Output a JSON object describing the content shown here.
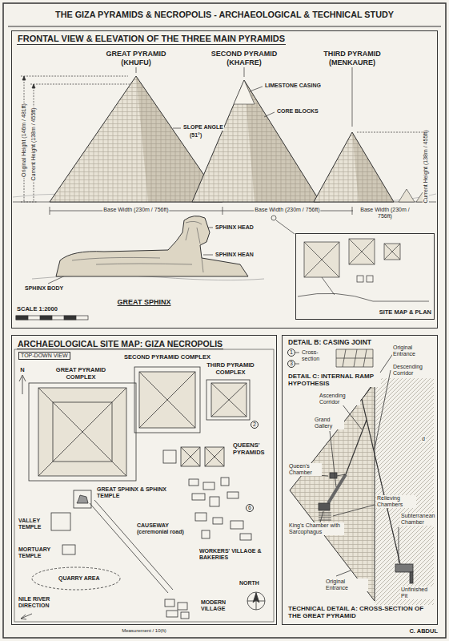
{
  "diagram": {
    "title": "THE GIZA PYRAMIDS & NECROPOLIS - ARCHAEOLOGICAL & TECHNICAL STUDY",
    "nodes": [
      {
        "text": [
          "FRONTAL VIEW & ELEVATION OF THE THREE MAIN PYRAMIDS"
        ]
      },
      {
        "text": [
          "SITE MAP & PLAN"
        ],
        "in": 0
      },
      {
        "text": [
          "ARCHAEOLOGICAL SITE MAP: GIZA NECROPOLIS",
          "TOP-DOWN VIEW"
        ]
      },
      {
        "text": [
          "DETAIL B: CASING JOINT",
          "DETAIL C: INTERNAL RAMP HYPOTHESIS",
          "TECHNICAL DETAIL A: CROSS-SECTION OF THE GREAT PYRAMID"
        ]
      }
    ],
    "labels": [
      "GREAT PYRAMID",
      "(KHUFU)",
      "SECOND PYRAMID",
      "(KHAFRE)",
      "THIRD PYRAMID",
      "(MENKAURE)",
      "LIMESTONE CASING",
      "CORE BLOCKS",
      "SLOPE ANGLE",
      "(51°)",
      "Original Height (146m / 481ft)",
      "Current Height (138m / 455ft)",
      "Current Height (138m / 455ft)",
      "Base Width (230m / 756ft)",
      "Base Width (230m / 756ft)",
      "Base Width (230m / 756ft)",
      "SPHINX HEAD",
      "SPHINX HEAN",
      "SPHINX BODY",
      "GREAT SPHINX",
      "SCALE 1:2000",
      "N",
      "SECOND PYRAMID COMPLEX",
      "THIRD PYRAMID COMPLEX",
      "GREAT PYRAMID COMPLEX",
      "2",
      "QUEENS' PYRAMIDS",
      "GREAT SPHINX & SPHINX TEMPLE",
      "VALLEY TEMPLE",
      "6",
      "MORTUARY TEMPLE",
      "CAUSEWAY (ceremonial road)",
      "WORKERS' VILLAGE & BAKERIES",
      "QUARRY AREA",
      "NILE RIVER DIRECTION",
      "NORTH",
      "MODERN VILLAGE",
      "Measurement / 10(ft)",
      "1",
      "3",
      "Cross-section",
      "Original Entrance",
      "Descending Corridor",
      "Ascending Corridor",
      "Grand Gallery",
      "Queen's Chamber",
      "Relieving Chambers",
      "Subterranean Chamber",
      "King's Chamber with Sarcophagus",
      "Unfinished Pit",
      "Original Entrance",
      "d",
      "C. ABDUL"
    ]
  }
}
